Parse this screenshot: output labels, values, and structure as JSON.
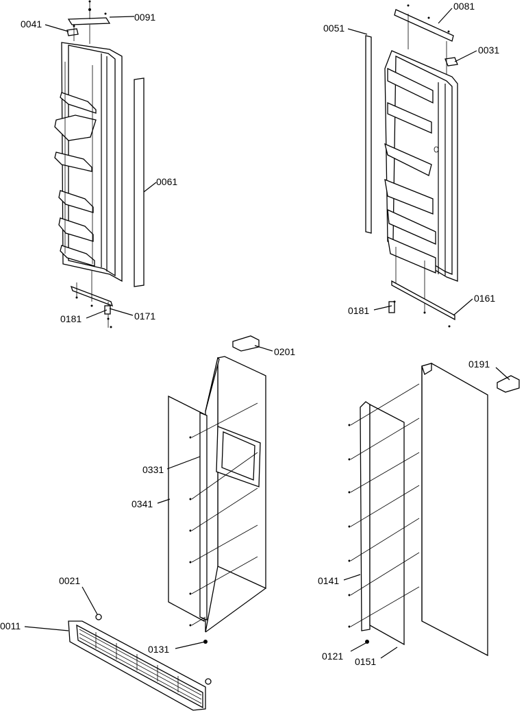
{
  "labels": {
    "p0041": "0041",
    "p0091": "0091",
    "p0081": "0081",
    "p0051": "0051",
    "p0031": "0031",
    "p0061": "0061",
    "p0181a": "0181",
    "p0171": "0171",
    "p0181b": "0181",
    "p0161": "0161",
    "p0201": "0201",
    "p0191": "0191",
    "p0331": "0331",
    "p0341": "0341",
    "p0021": "0021",
    "p0011": "0011",
    "p0131": "0131",
    "p0141": "0141",
    "p0121": "0121",
    "p0151": "0151"
  }
}
